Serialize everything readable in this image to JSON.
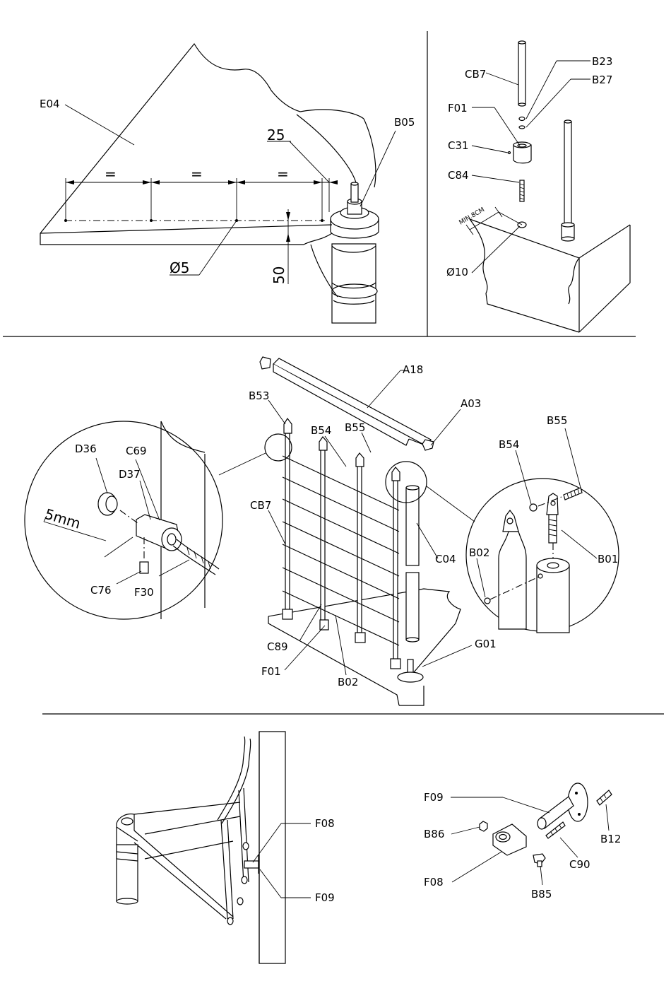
{
  "labels": {
    "e04": "E04",
    "b05": "B05",
    "cb7_top": "CB7",
    "b23": "B23",
    "b27": "B27",
    "f01_top": "F01",
    "c31": "C31",
    "c84": "C84",
    "min8cm": "MIN.8CM",
    "d10": "Ø10",
    "a18": "A18",
    "a03": "A03",
    "b53": "B53",
    "b54_mid": "B54",
    "b55_mid": "B55",
    "d36": "D36",
    "c69": "C69",
    "d37": "D37",
    "five_mm": "5mm",
    "cb7_mid": "CB7",
    "c76": "C76",
    "f30": "F30",
    "c04": "C04",
    "b54_right": "B54",
    "b55_right": "B55",
    "b02_right": "B02",
    "b01": "B01",
    "g01": "G01",
    "c89": "C89",
    "f01_mid": "F01",
    "b02_mid": "B02",
    "f08_left": "F08",
    "f09_left": "F09",
    "f09_right": "F09",
    "b86": "B86",
    "b12": "B12",
    "c90": "C90",
    "f08_right": "F08",
    "b85": "B85"
  },
  "dimensions": {
    "eq1": "=",
    "eq2": "=",
    "eq3": "=",
    "d25": "25",
    "d05": "Ø5",
    "d50": "50"
  }
}
